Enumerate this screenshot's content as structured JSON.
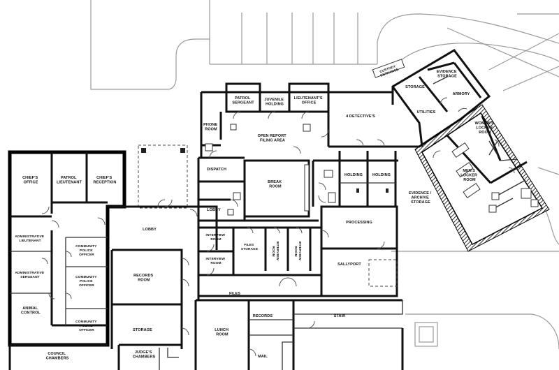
{
  "rooms": {
    "chiefs_office": [
      "CHIEF'S",
      "OFFICE"
    ],
    "patrol_lieutenant": [
      "PATROL",
      "LIEUTENANT"
    ],
    "chiefs_reception": [
      "CHIEF'S",
      "RECEPTION"
    ],
    "administrative_lieutenant": [
      "ADMINISTRATIVE",
      "LIEUTENANT"
    ],
    "administrative_sergeant": [
      "ADMINISTRATIVE",
      "SERGEANT"
    ],
    "animal_control": [
      "ANIMAL",
      "CONTROL"
    ],
    "community_officer_1": [
      "COMMUNITY",
      "POLICE",
      "OFFICER"
    ],
    "community_officer_2": [
      "COMMUNITY",
      "POLICE",
      "OFFICER"
    ],
    "community_officer_3": [
      "COMMUNITY",
      "POLICE",
      "OFFICER"
    ],
    "council_chambers": [
      "COUNCIL",
      "CHAMBERS"
    ],
    "judges_chambers": [
      "JUDGE'S",
      "CHAMBERS"
    ],
    "lobby_main": [
      "LOBBY"
    ],
    "records_room": [
      "RECORDS",
      "ROOM"
    ],
    "storage": [
      "STORAGE"
    ],
    "lunch_room": [
      "LUNCH",
      "ROOM"
    ],
    "records": [
      "RECORDS"
    ],
    "mail": [
      "MAIL"
    ],
    "stair": [
      "STAIR"
    ],
    "files": [
      "FILES"
    ],
    "interview_room_1": [
      "INTERVIEW",
      "ROOM"
    ],
    "interview_room_2": [
      "INTERVIEW",
      "ROOM"
    ],
    "files_storage": [
      "FILES",
      "STORAGE"
    ],
    "interview_room_3": [
      "INTERVIEW",
      "ROOM"
    ],
    "interview_room_4": [
      "INTERVIEW",
      "ROOM"
    ],
    "processing": [
      "PROCESSING"
    ],
    "sallyport": [
      "SALLYPORT"
    ],
    "lobby_small": [
      "LOBBY"
    ],
    "dispatch": [
      "DISPATCH"
    ],
    "break_room": [
      "BREAK",
      "ROOM"
    ],
    "holding_1": [
      "HOLDING"
    ],
    "holding_2": [
      "HOLDING"
    ],
    "phone_room": [
      "PHONE",
      "ROOM"
    ],
    "open_report_filing": [
      "OPEN REPORT",
      "FILING AREA"
    ],
    "patrol_sergeant": [
      "PATROL",
      "SERGEANT"
    ],
    "juvenile_holding": [
      "JUVENILE",
      "HOLDING"
    ],
    "lieutenants_office": [
      "LIEUTENANT'S",
      "OFFICE"
    ],
    "detectives": [
      "4 DETECTIVE'S"
    ],
    "storage_upper": [
      "STORAGE"
    ],
    "utilities": [
      "UTILITIES"
    ],
    "evidence_storage": [
      "EVIDENCE",
      "STORAGE"
    ],
    "armory": [
      "ARMORY"
    ],
    "custody_entrance": [
      "CUSTODY",
      "ENTRANCE"
    ],
    "womens_locker": [
      "WOMEN'S",
      "LOCKER",
      "ROOM"
    ],
    "mens_locker": [
      "MEN'S",
      "LOCKER",
      "ROOM"
    ],
    "evidence_archive": [
      "EVIDENCE /",
      "ARCHIVE",
      "STORAGE"
    ]
  }
}
